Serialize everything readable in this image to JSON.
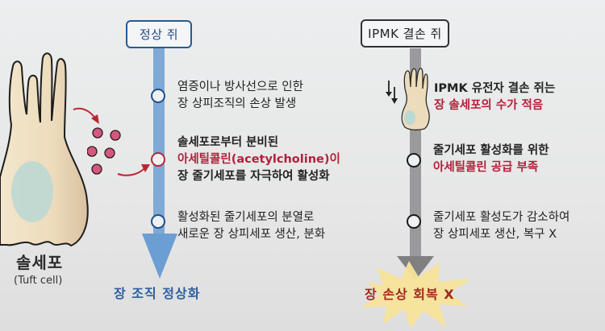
{
  "tuft_cell": {
    "label": "솔세포",
    "sublabel": "(Tuft cell)"
  },
  "normal_mouse": {
    "title": "정상 쥐",
    "steps": [
      {
        "lines": [
          "염증이나 방사선으로 인한",
          "장 상피조직의 손상 발생"
        ],
        "node_color": "#1f4f8f"
      },
      {
        "lines": [
          "솔세포로부터 분비된",
          "아세틸콜린(acetylcholine)이",
          "장 줄기세포를 자극하여 활성화"
        ],
        "highlight_line": 1,
        "node_color": "#b02a3a"
      },
      {
        "lines": [
          "활성화된 줄기세포의 분열로",
          "새로운 장 상피세포 생산, 분화"
        ],
        "node_color": "#1f4f8f"
      }
    ],
    "result": "장 조직 정상화"
  },
  "ipmk_mouse": {
    "title": "IPMK 결손 쥐",
    "steps": [
      {
        "lines": [
          "IPMK 유전자 결손 쥐는",
          "장 솔세포의 수가 적음"
        ],
        "highlight_line": 1,
        "node_color": "none"
      },
      {
        "lines": [
          "줄기세포 활성화를 위한",
          "아세틸콜린 공급 부족"
        ],
        "highlight_line": 1,
        "node_color": "#1a1a1a"
      },
      {
        "lines": [
          "줄기세포 활성도가 감소하여",
          "장 상피세포 생산, 복구 X"
        ],
        "node_color": "#1a1a1a"
      }
    ],
    "result": "장 손상 회복 X"
  },
  "icons": {
    "decrease_arrows": "double-down-arrow-icon",
    "secretion_dots": "acetylcholine-molecule-icons",
    "curved_arrows": "curved-red-arrow-icon",
    "burst": "starburst-icon"
  },
  "colors": {
    "normal_accent": "#2a5a93",
    "normal_bar": "#7fa9d6",
    "ipmk_bar": "#9a9a9c",
    "highlight_red": "#b3203a",
    "burst_yellow": "#f6e39a",
    "molecule_pink": "#d4577e"
  }
}
